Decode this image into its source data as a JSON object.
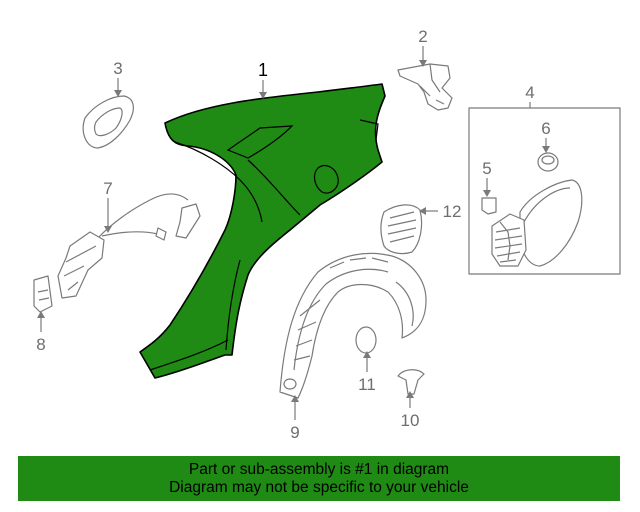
{
  "callouts": {
    "c1": "1",
    "c2": "2",
    "c3": "3",
    "c4": "4",
    "c5": "5",
    "c6": "6",
    "c7": "7",
    "c8": "8",
    "c9": "9",
    "c10": "10",
    "c11": "11",
    "c12": "12"
  },
  "banner": {
    "line1": "Part or sub-assembly is #1 in diagram",
    "line2": "Diagram may not be specific to your vehicle"
  },
  "colors": {
    "highlight": "#1f8a14",
    "outline": "#7a7a7a"
  }
}
